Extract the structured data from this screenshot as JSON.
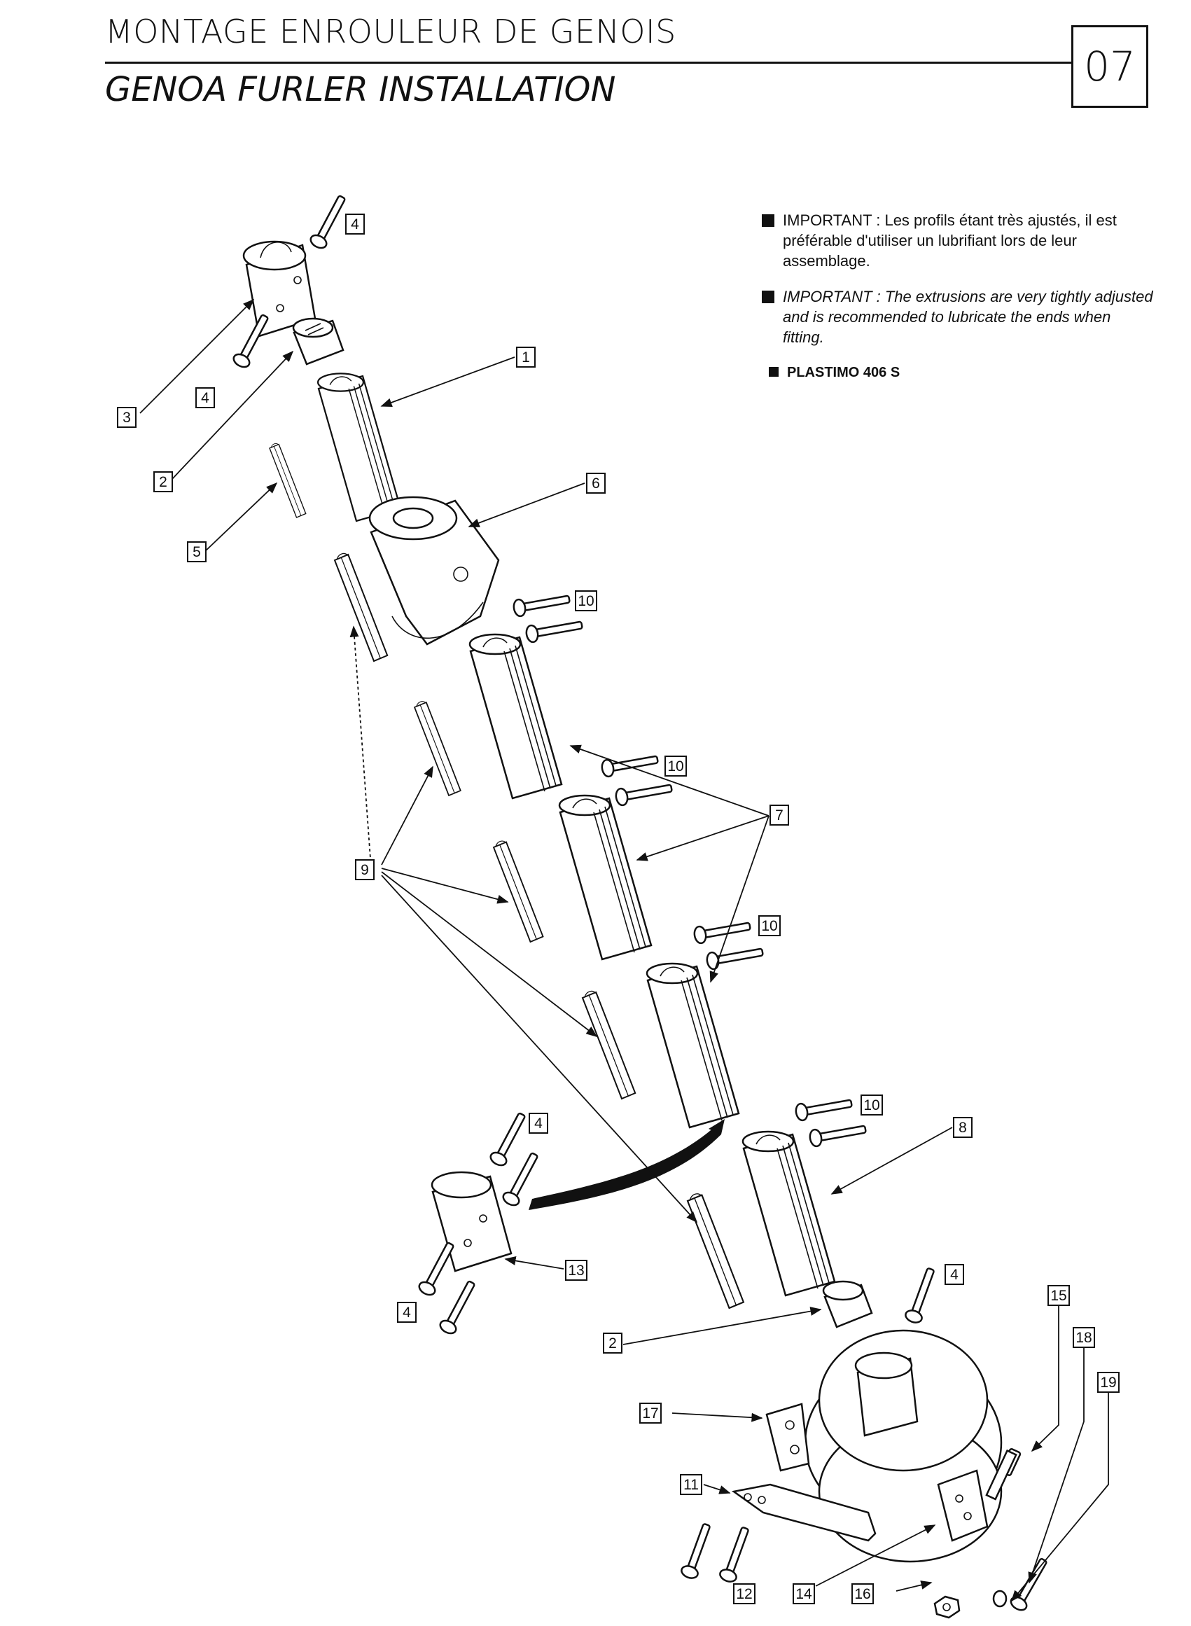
{
  "header": {
    "title_fr": "MONTAGE ENROULEUR DE GENOIS",
    "title_en": "GENOA FURLER INSTALLATION",
    "page_number": "07"
  },
  "notes": [
    {
      "text": "IMPORTANT : Les profils étant très ajustés, il est préférable d'utiliser un lubrifiant lors de leur assemblage."
    },
    {
      "text": "IMPORTANT : The extrusions are very tightly adjusted and is recommended to lubricate the ends when fitting."
    },
    {
      "text": "PLASTIMO 406 S"
    }
  ],
  "callouts": [
    {
      "label": "4"
    },
    {
      "label": "4"
    },
    {
      "label": "3"
    },
    {
      "label": "2"
    },
    {
      "label": "5"
    },
    {
      "label": "1"
    },
    {
      "label": "6"
    },
    {
      "label": "10"
    },
    {
      "label": "10"
    },
    {
      "label": "7"
    },
    {
      "label": "9"
    },
    {
      "label": "10"
    },
    {
      "label": "10"
    },
    {
      "label": "8"
    },
    {
      "label": "4"
    },
    {
      "label": "4"
    },
    {
      "label": "13"
    },
    {
      "label": "2"
    },
    {
      "label": "4"
    },
    {
      "label": "15"
    },
    {
      "label": "18"
    },
    {
      "label": "19"
    },
    {
      "label": "17"
    },
    {
      "label": "11"
    },
    {
      "label": "12"
    },
    {
      "label": "14"
    },
    {
      "label": "16"
    }
  ]
}
